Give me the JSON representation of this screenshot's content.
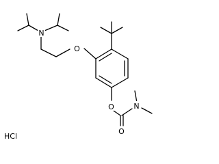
{
  "molecule": {
    "atoms": {
      "nitrogen_amine": "N",
      "oxygen_ether": "O",
      "oxygen_ester": "O",
      "oxygen_carbonyl": "O",
      "nitrogen_carbamate": "N",
      "salt": "HCl"
    }
  },
  "colors": {
    "bond": "#000000",
    "label": "#000000",
    "background": "#ffffff"
  }
}
